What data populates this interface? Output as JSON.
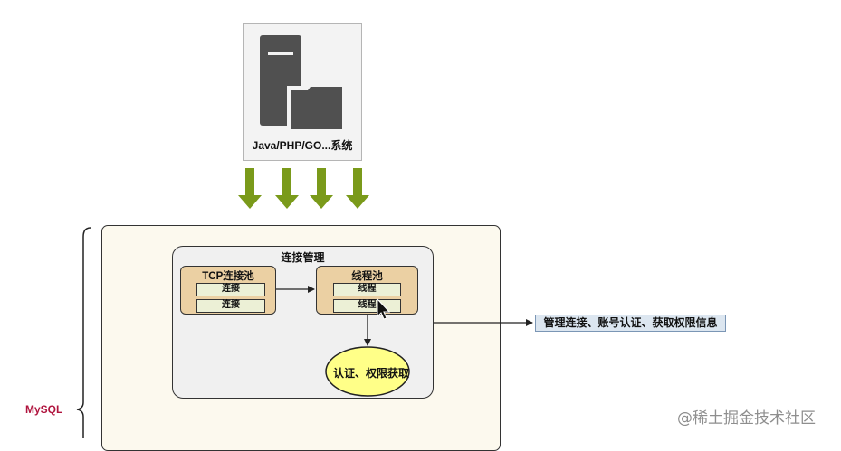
{
  "server": {
    "label": "Java/PHP/GO...系统",
    "icon": "server-folder-icon"
  },
  "mysql": {
    "label": "MySQL"
  },
  "connection_management": {
    "title": "连接管理",
    "tcp_pool": {
      "title": "TCP连接池",
      "items": [
        "连接",
        "连接"
      ]
    },
    "thread_pool": {
      "title": "线程池",
      "items": [
        "线程",
        "线程"
      ]
    },
    "auth": "认证、权限获取"
  },
  "output_info": "管理连接、账号认证、获取权限信息",
  "watermark": "@稀土掘金技术社区",
  "colors": {
    "arrow_green": "#7a9a1a",
    "pool_tan": "#ebd0a3",
    "auth_yellow": "#ffff88",
    "mysql_label": "#b0143e"
  }
}
